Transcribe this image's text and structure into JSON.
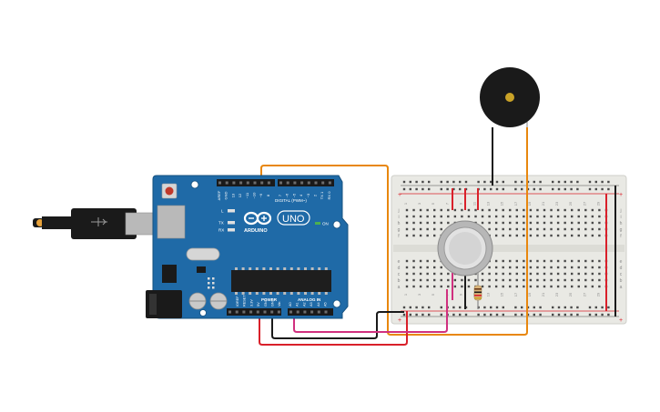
{
  "circuit": {
    "board": {
      "brand_text": "ARDUINO",
      "model_text": "UNO",
      "digital_header_label": "DIGITAL (PWM~)",
      "power_header_label": "POWER",
      "analog_header_label": "ANALOG IN",
      "on_label": "ON",
      "led_labels": [
        "L",
        "TX",
        "RX"
      ],
      "digital_pins": [
        "AREF",
        "GND",
        "13",
        "12",
        "~11",
        "~10",
        "~9",
        "8",
        "7",
        "~6",
        "~5",
        "4",
        "~3",
        "2",
        "TX 1",
        "RX 0"
      ],
      "power_pins": [
        "IOREF",
        "RESET",
        "3.3V",
        "5V",
        "GND",
        "GND",
        "Vin"
      ],
      "analog_pins": [
        "A0",
        "A1",
        "A2",
        "A3",
        "A4",
        "A5"
      ]
    },
    "breadboard": {
      "row_letters_top": [
        "j",
        "i",
        "h",
        "g",
        "f"
      ],
      "row_letters_bottom": [
        "e",
        "d",
        "c",
        "b",
        "a"
      ],
      "rail_plus": "+",
      "rail_minus": "-",
      "column_numbers": [
        "1",
        "3",
        "5",
        "7",
        "9",
        "11",
        "13",
        "15",
        "17",
        "19",
        "21",
        "23",
        "25",
        "27",
        "29"
      ]
    },
    "components": [
      "arduino-uno",
      "breadboard",
      "gas-sensor",
      "piezo-buzzer",
      "resistor",
      "usb-cable",
      "dc-jack"
    ],
    "wire_colors": {
      "orange": "#e8870e",
      "red": "#d9202a",
      "black": "#1a1a1a",
      "magenta": "#d0307f"
    },
    "colors": {
      "board_blue": "#1f6aa7",
      "board_blue_dark": "#16517f",
      "breadboard_body": "#e9e9e4",
      "rail_red": "#d9202a",
      "sensor_silver": "#c8c8c8"
    }
  }
}
